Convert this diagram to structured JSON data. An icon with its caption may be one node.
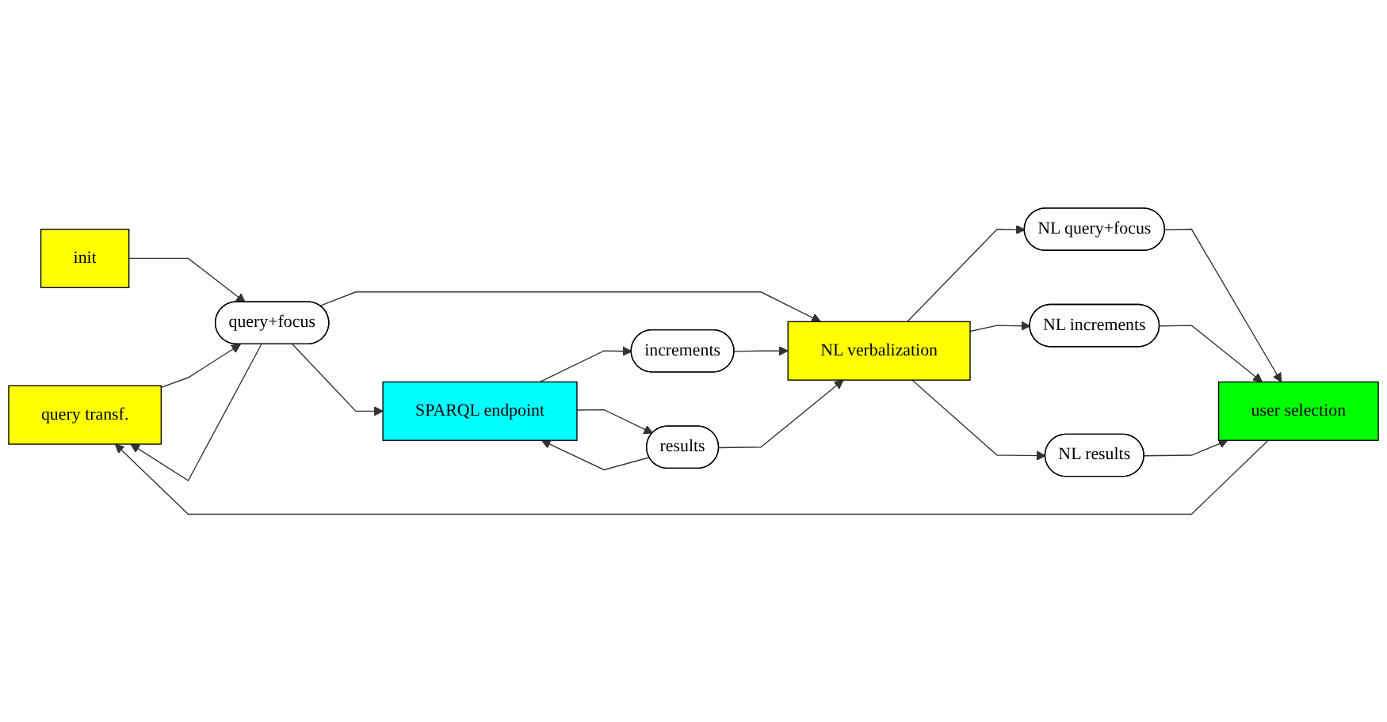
{
  "diagram": {
    "nodes": [
      {
        "text": [
          "query transf."
        ]
      },
      {
        "text": [
          "init"
        ]
      },
      {
        "text": [
          "query+focus"
        ]
      },
      {
        "text": [
          "increments"
        ]
      },
      {
        "text": [
          "SPARQL endpoint"
        ]
      },
      {
        "text": [
          "results"
        ]
      },
      {
        "text": [
          "NL verbalization"
        ]
      },
      {
        "text": [
          "NL query+focus"
        ]
      },
      {
        "text": [
          "NL increments"
        ]
      },
      {
        "text": [
          "NL results"
        ]
      },
      {
        "text": [
          "user selection"
        ]
      }
    ],
    "edges": [
      {
        "from": 10,
        "to": 0,
        "arrow": "to"
      },
      {
        "from": 0,
        "to": 2,
        "arrow": "to"
      },
      {
        "from": 2,
        "to": 0,
        "arrow": "to"
      },
      {
        "from": 1,
        "to": 2,
        "arrow": "to"
      },
      {
        "from": 2,
        "to": 6,
        "arrow": "to"
      },
      {
        "from": 2,
        "to": 4,
        "arrow": "to"
      },
      {
        "from": 4,
        "to": 3,
        "arrow": "to"
      },
      {
        "from": 3,
        "to": 6,
        "arrow": "to"
      },
      {
        "from": 4,
        "to": 5,
        "arrow": "to"
      },
      {
        "from": 5,
        "to": 4,
        "arrow": "to"
      },
      {
        "from": 5,
        "to": 6,
        "arrow": "to"
      },
      {
        "from": 6,
        "to": 7,
        "arrow": "to"
      },
      {
        "from": 6,
        "to": 8,
        "arrow": "to"
      },
      {
        "from": 6,
        "to": 9,
        "arrow": "to"
      },
      {
        "from": 7,
        "to": 10,
        "arrow": "to"
      },
      {
        "from": 8,
        "to": 10,
        "arrow": "to"
      },
      {
        "from": 9,
        "to": 10,
        "arrow": "to"
      }
    ]
  }
}
